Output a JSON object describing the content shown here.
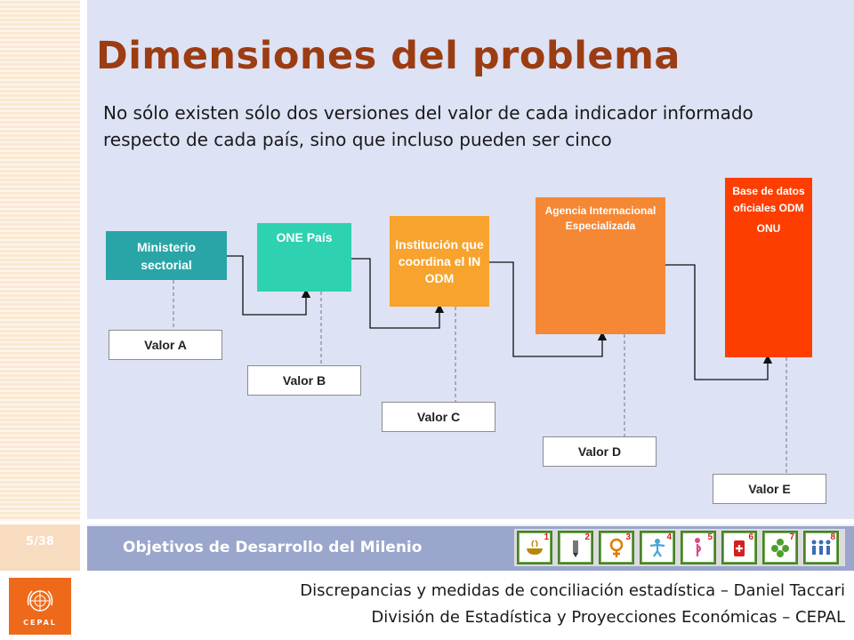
{
  "slide": {
    "title": "Dimensiones del problema",
    "subtitle": "No sólo existen sólo dos versiones del valor de cada indicador informado respecto de cada país, sino que incluso pueden ser cinco",
    "page_number": "5/38"
  },
  "diagram": {
    "boxes": [
      {
        "id": "ministerio",
        "label": "Ministerio sectorial",
        "color": "#2aa5a7"
      },
      {
        "id": "one",
        "label": "ONE País",
        "color": "#2ed1b0"
      },
      {
        "id": "institucion",
        "label": "Institución que coordina el IN ODM",
        "color": "#f7a32d"
      },
      {
        "id": "agencia",
        "label": "Agencia Internacional Especializada",
        "color": "#f58835"
      },
      {
        "id": "base",
        "label": "Base de datos oficiales ODM",
        "sublabel": "ONU",
        "color": "#fd3e00"
      }
    ],
    "values": [
      "Valor A",
      "Valor B",
      "Valor C",
      "Valor D",
      "Valor E"
    ]
  },
  "footer": {
    "bar_title": "Objetivos de Desarrollo del Milenio",
    "line1": "Discrepancias y medidas de conciliación estadística – Daniel Taccari",
    "line2": "División de Estadística y Proyecciones Económicas – CEPAL",
    "logo_text": "CEPAL",
    "goal_icons": [
      {
        "number": "1",
        "icon": "bowl-icon"
      },
      {
        "number": "2",
        "icon": "pencil-icon"
      },
      {
        "number": "3",
        "icon": "female-symbol-icon"
      },
      {
        "number": "4",
        "icon": "child-icon"
      },
      {
        "number": "5",
        "icon": "pregnant-woman-icon"
      },
      {
        "number": "6",
        "icon": "medicine-icon"
      },
      {
        "number": "7",
        "icon": "flower-icon"
      },
      {
        "number": "8",
        "icon": "people-group-icon"
      }
    ]
  },
  "colors": {
    "title": "#9c3c12",
    "panel": "#dde2f4",
    "bar": "#9aa6cc",
    "logo": "#ee6a1a"
  }
}
